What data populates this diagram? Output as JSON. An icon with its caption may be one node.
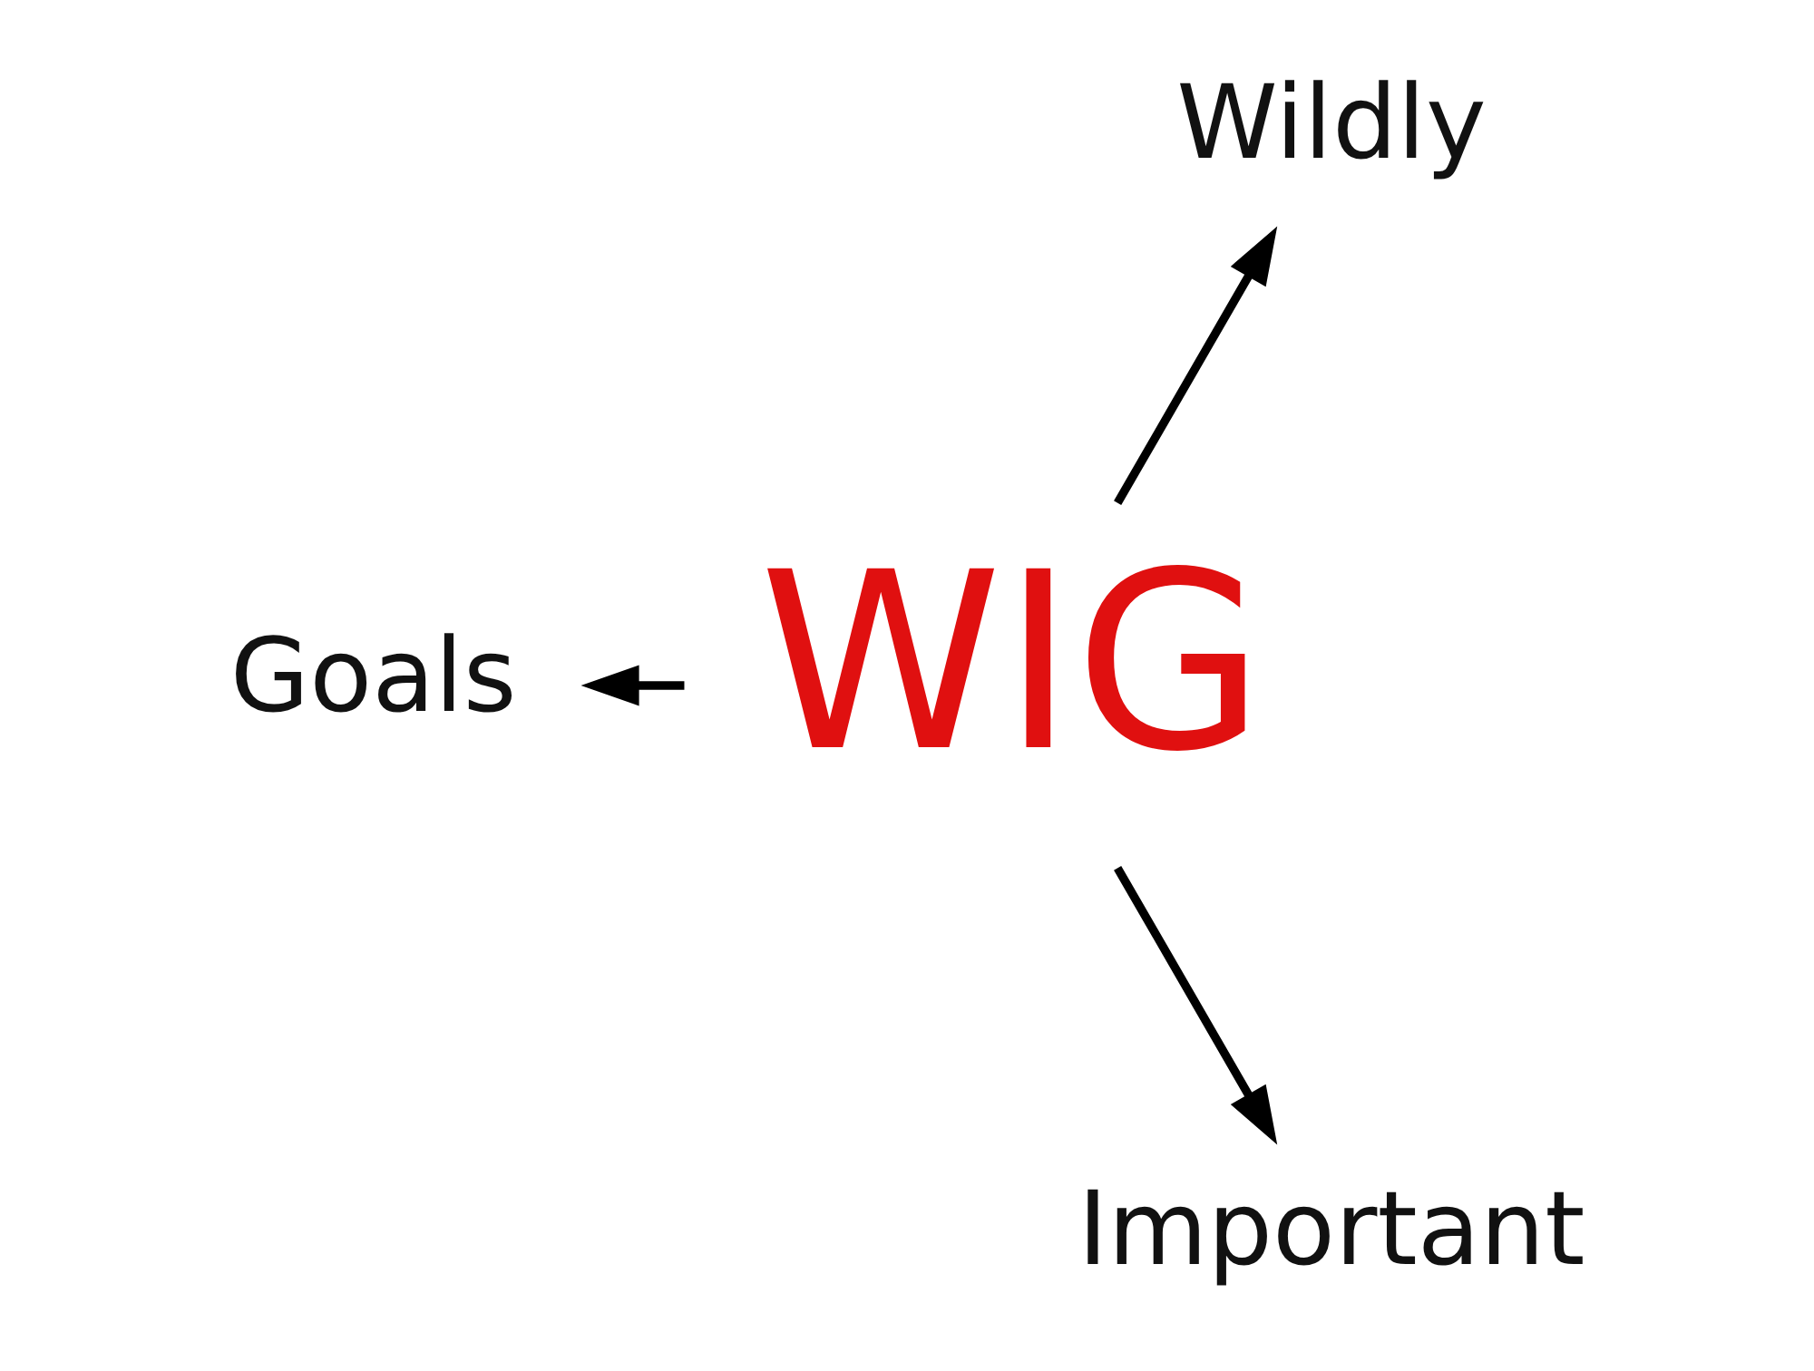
{
  "diagram": {
    "nodes": [
      {
        "text": [
          "WIG"
        ]
      },
      {
        "text": [
          "Wildly"
        ]
      },
      {
        "text": [
          "Goals"
        ]
      },
      {
        "text": [
          "Important"
        ]
      }
    ],
    "edges": [
      {
        "from": 0,
        "to": 1,
        "arrow": "to"
      },
      {
        "from": 0,
        "to": 2,
        "arrow": "to"
      },
      {
        "from": 0,
        "to": 3,
        "arrow": "to"
      }
    ]
  }
}
